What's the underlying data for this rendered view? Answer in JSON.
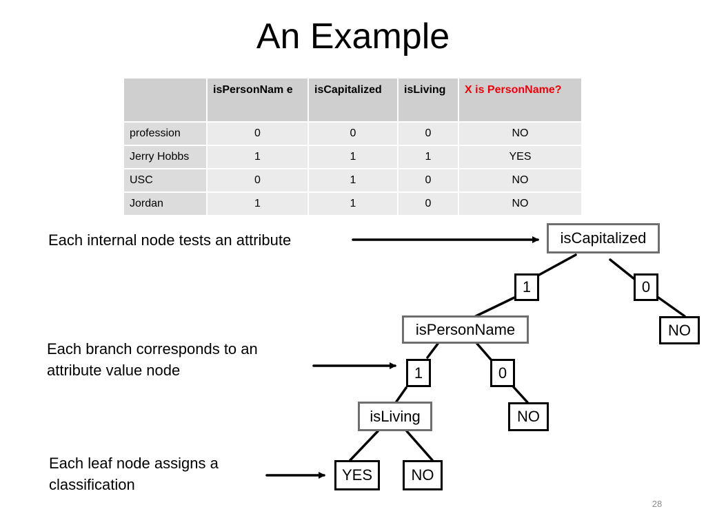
{
  "title": "An Example",
  "table": {
    "headers": [
      "",
      "isPersonNam e",
      "isCapitalized",
      "isLiving",
      "X is PersonName?"
    ],
    "rows": [
      [
        "profession",
        "0",
        "0",
        "0",
        "NO"
      ],
      [
        "Jerry Hobbs",
        "1",
        "1",
        "1",
        "YES"
      ],
      [
        "USC",
        "0",
        "1",
        "0",
        "NO"
      ],
      [
        "Jordan",
        "1",
        "1",
        "0",
        "NO"
      ]
    ],
    "target_color": "#e8000b"
  },
  "annotations": {
    "internal": "Each internal node tests an attribute",
    "branch": "Each branch corresponds to an attribute value node",
    "leaf": "Each leaf node assigns a classification"
  },
  "tree": {
    "root": "isCapitalized",
    "root_branch_1": "1",
    "root_branch_0": "0",
    "root_leaf_0": "NO",
    "node_2": "isPersonName",
    "node_2_branch_1": "1",
    "node_2_branch_0": "0",
    "node_2_leaf_0": "NO",
    "node_3": "isLiving",
    "node_3_leaf_1": "YES",
    "node_3_leaf_0": "NO"
  },
  "page_number": "28"
}
